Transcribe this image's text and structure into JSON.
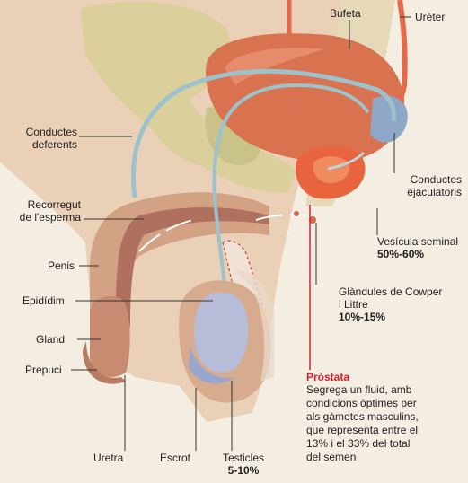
{
  "labels": {
    "bufeta": "Bufeta",
    "ureter": "Urèter",
    "conductes_deferents": "Conductes\ndeferents",
    "conductes_ejaculatoris": "Conductes\nejaculatoris",
    "recorregut": "Recorregut\nde l'esperma",
    "vesicula": "Vesícula seminal",
    "vesicula_pct": "50%-60%",
    "penis": "Penis",
    "glandules": "Glàndules de Cowper\ni Littre",
    "glandules_pct": "10%-15%",
    "epididim": "Epidídim",
    "gland": "Gland",
    "prepuci": "Prepuci",
    "prostata_title": "Pròstata",
    "prostata_desc": "Segrega un fluid, amb\ncondicions òptimes per\nals gàmetes masculins,\nque representa entre el\n13% i el 33% del total\ndel semen",
    "uretra": "Uretra",
    "escrot": "Escrot",
    "testicles": "Testicles",
    "testicles_pct": "5-10%"
  },
  "colors": {
    "background": "#f4ede2",
    "skin": "#e8c8ad",
    "bone": "#dcd39a",
    "bladder": "#d9734f",
    "prostate": "#e8643f",
    "duct": "#9cc2cc",
    "testicle": "#b7bcd9",
    "accent_red": "#d8242a"
  }
}
